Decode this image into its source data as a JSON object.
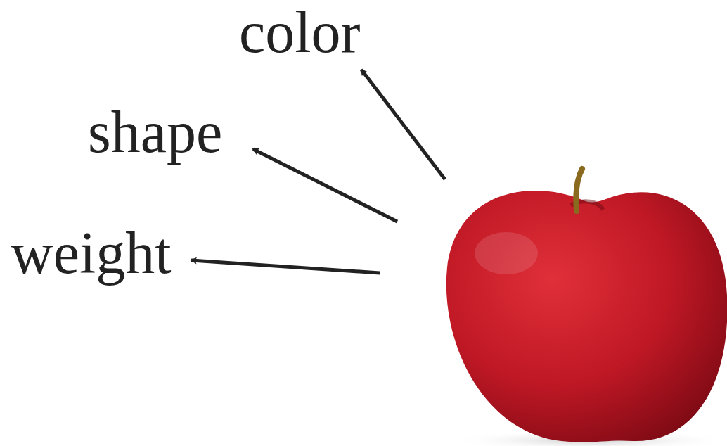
{
  "diagram": {
    "labels": [
      "color",
      "shape",
      "weight"
    ]
  }
}
